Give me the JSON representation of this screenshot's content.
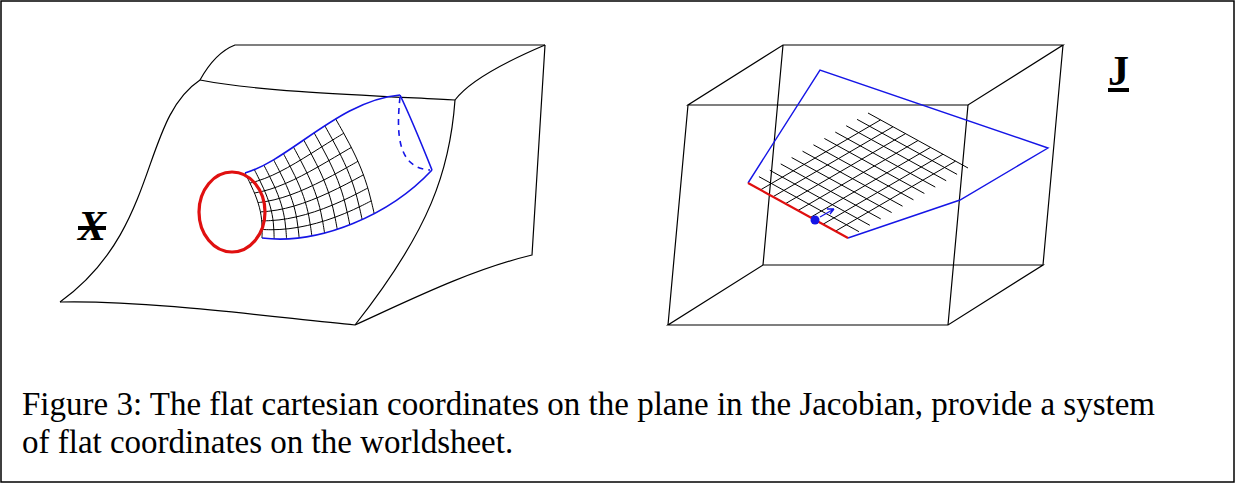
{
  "diagram": {
    "caption": "Figure 3: The flat cartesian coordinates on the plane in the Jacobian, provide a system of flat coordinates on the worldsheet.",
    "labels": [
      "X",
      "J"
    ]
  }
}
